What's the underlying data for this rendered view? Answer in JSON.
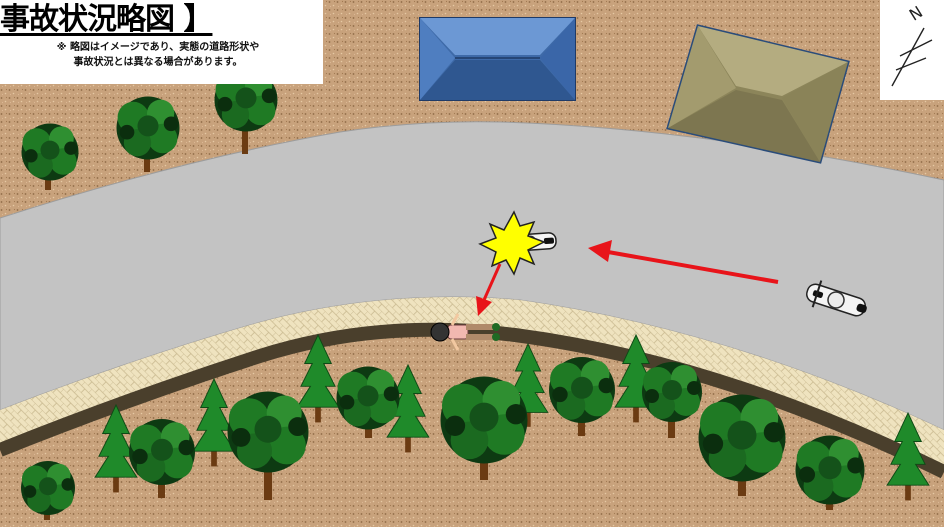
{
  "header": {
    "title": "事故状況略図 】",
    "note_line1": "※ 略図はイメージであり、実態の道路形状や",
    "note_line2": "事故状況とは異なる場合があります。"
  },
  "compass": {
    "label": "N"
  },
  "colors": {
    "ground": "#c8a27c",
    "road": "#c3c3c3",
    "sidewalk": "#efe3bf",
    "curb": "#4a3f2c",
    "arrow": "#e8141a",
    "impact": "#ffff00",
    "tree_dark": "#0d3a12",
    "tree_light": "#1f7a24",
    "roof_blue": "#4f7ec0",
    "roof_olive": "#9a9264"
  },
  "icons": [
    "collision-burst-icon",
    "motorcycle-icon",
    "pedestrian-icon",
    "compass-icon",
    "house-roof-icon",
    "tree-icon",
    "conifer-icon"
  ]
}
